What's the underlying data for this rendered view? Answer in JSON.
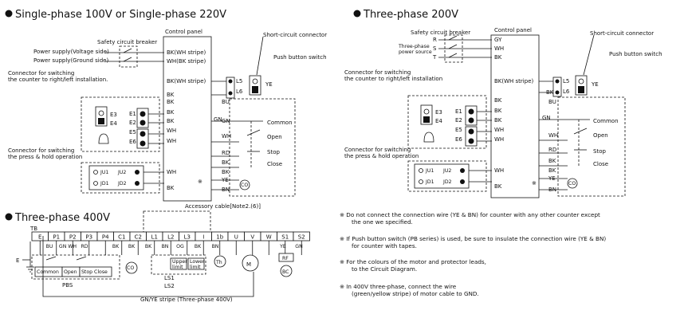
{
  "single": {
    "title": "Single-phase 100V or Single-phase 220V",
    "breaker": "Safety circuit breaker",
    "panel": "Control panel",
    "short": "Short-circuit connector",
    "push": "Push button switch",
    "psv": "Power supply(Voltage side)",
    "psg": "Power supply(Ground side)",
    "bkwh": "BK(WH stripe)",
    "whwh": "WH(BK stripe)",
    "bkwh2": "BK(WH stripe)",
    "bk": "BK",
    "wh": "WH",
    "gn": "GN",
    "rd": "RD",
    "bu": "BU",
    "ye": "YE",
    "bn": "BN",
    "l5": "L5",
    "l6": "L6",
    "conn1a": "Connector for switching",
    "conn1b": "the counter to right/left installation.",
    "conn2a": "Connector for switching",
    "conn2b": "the press & hold operation",
    "e1": "E1",
    "e2": "E2",
    "e3": "E3",
    "e4": "E4",
    "e5": "E5",
    "e6": "E6",
    "ju1": "JU1",
    "ju2": "JU2",
    "jd1": "JD1",
    "jd2": "JD2",
    "common": "Common",
    "open": "Open",
    "stop": "Stop",
    "close": "Close",
    "co": "CO",
    "mark": "※"
  },
  "three200": {
    "title": "Three-phase 200V",
    "breaker": "Safety circuit breaker",
    "panel": "Control panel",
    "short": "Short-circuit connector",
    "push": "Push button switch",
    "r": "R",
    "s": "S",
    "t": "T",
    "src1": "Three-phase",
    "src2": "power source",
    "gy": "GY",
    "wh": "WH",
    "bk": "BK",
    "bkwh": "BK(WH stripe)",
    "gn": "GN",
    "rd": "RD",
    "bu": "BU",
    "ye": "YE",
    "bn": "BN",
    "l5": "L5",
    "l6": "L6",
    "conn1a": "Connector for switching",
    "conn1b": "the counter to right/left installation",
    "conn2a": "Connector for switching",
    "conn2b": "the press & hold operation",
    "common": "Common",
    "open": "Open",
    "stop": "Stop",
    "close": "Close",
    "co": "CO",
    "mark": "※"
  },
  "three400": {
    "title": "Three-phase 400V",
    "tb": "TB",
    "accessory": "Accessory cable[Note2.(6)]",
    "terminals": [
      "E",
      "P1",
      "P2",
      "P3",
      "P4",
      "C1",
      "C2",
      "L1",
      "L2",
      "L3",
      "I",
      "1b",
      "U",
      "V",
      "W",
      "S1",
      "S2"
    ],
    "wires": [
      "BU",
      "GN WH",
      "RD",
      "BK",
      "BK",
      "BK",
      "BN",
      "OG",
      "BK",
      "BN",
      "YE",
      "GN"
    ],
    "common": "Common",
    "open": "Open",
    "stop": "Stop",
    "close": "Close",
    "pbs": "PBS",
    "upper": "Upper",
    "lower": "Lower",
    "limit": "limit",
    "ls1": "LS1",
    "ls2": "LS2",
    "co": "CO",
    "th": "Th",
    "m": "M",
    "rf": "RF",
    "bc": "BC",
    "e": "E",
    "gnd": "GN/YE stripe (Three-phase 400V)"
  },
  "notes": [
    "※ Do not connect the connection wire (YE & BN) for counter with any other counter except",
    "the one we specified.",
    "※ If Push button switch (PB series) is used, be sure to insulate the connection wire (YE & BN)",
    "for counter with tapes.",
    "※ For the colours of the motor and protector leads,",
    "to the Circuit Diagram.",
    "※ In 400V three-phase, connect the wire",
    "(green/yellow stripe) of motor cable to GND."
  ]
}
